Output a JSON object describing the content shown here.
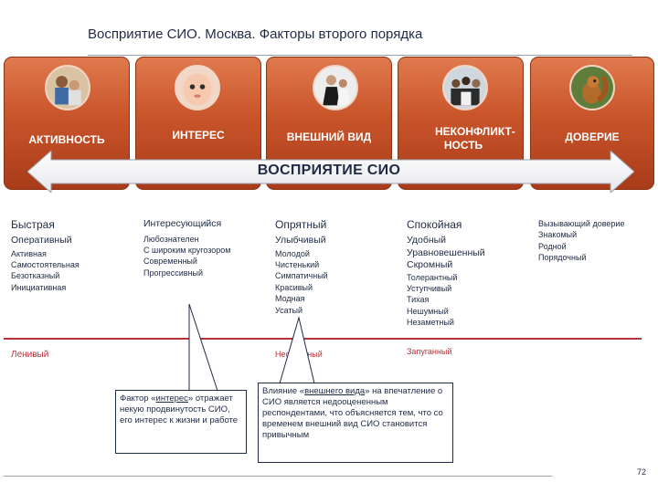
{
  "title": "Восприятие СИО. Москва. Факторы второго порядка",
  "factors": [
    {
      "label": "АКТИВНОСТЬ",
      "icon": "family-photo-icon"
    },
    {
      "label": "ИНТЕРЕС",
      "icon": "baby-face-photo-icon"
    },
    {
      "label": "ВНЕШНИЙ ВИД",
      "icon": "people-photo-icon"
    },
    {
      "label": "НЕКОНФЛИКТ-НОСТЬ",
      "icon": "group-photo-icon"
    },
    {
      "label": "ДОВЕРИЕ",
      "icon": "squirrel-photo-icon"
    }
  ],
  "arrow_label": "ВОСПРИЯТИЕ СИО",
  "columns": [
    {
      "lead": "Быстрая",
      "sub": "Оперативный",
      "items": [
        "Активная",
        "Самостоятельная",
        "Безотказный",
        "Инициативная"
      ]
    },
    {
      "lead": "Интересующийся",
      "sub": "",
      "items": [
        "Любознателен",
        "С широким кругозором",
        "Современный",
        "Прогрессивный"
      ]
    },
    {
      "lead": "Опрятный",
      "sub": "Улыбчивый",
      "items": [
        "Молодой",
        "Чистенький",
        "Симпатичный",
        "Красивый",
        "Модная",
        "Усатый"
      ]
    },
    {
      "lead": "Спокойная",
      "sub": "Удобный",
      "items": [
        "Уравновешенный",
        "Скромный",
        "Толерантный",
        "Уступчивый",
        "Тихая",
        "Нешумный",
        "Незаметный"
      ]
    },
    {
      "lead": "",
      "sub": "",
      "items": [
        "Вызывающий доверие",
        "Знакомый",
        "Родной",
        "Порядочный"
      ]
    }
  ],
  "negatives": {
    "activity": "Ленивый",
    "appearance": "Неопрятный",
    "conflict": "Запуганный"
  },
  "callout_interest": {
    "before": "Фактор «",
    "keyword": "интерес",
    "after": "» отражает некую продвинутость СИО, его интерес к жизни и работе"
  },
  "callout_appearance": {
    "before": "Влияние «",
    "keyword": "внешнего вида",
    "after": "» на впечатление о СИО является недооцененным респондентами, что объясняется тем, что со временем внешний вид СИО становится привычным"
  },
  "page_number": "72",
  "colors": {
    "factor_fill": "#c9542a",
    "text_navy": "#1f2a44",
    "negative_red": "#b7323a"
  }
}
